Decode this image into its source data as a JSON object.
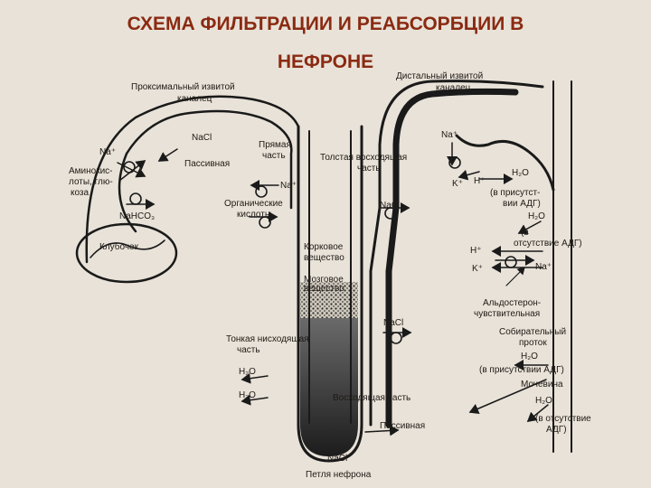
{
  "title": {
    "line1": "СХЕМА ФИЛЬТРАЦИИ И РЕАБСОРБЦИИ В",
    "line2": "НЕФРОНЕ"
  },
  "colors": {
    "title": "#8a2a12",
    "background": "#e8e2d8",
    "ink": "#1a1a1a"
  },
  "labels": {
    "proximal_1": "Проксимальный извитой",
    "proximal_2": "каналец",
    "distal_1": "Дистальный извитой",
    "distal_2": "каналец",
    "na_left": "Na⁺",
    "nacl_top": "NaCl",
    "passive_top": "Пассивная",
    "straight_1": "Прямая",
    "straight_2": "часть",
    "amino_1": "Аминокис-",
    "amino_2": "лоты, глю-",
    "amino_3": "коза",
    "na_straight": "Na⁺",
    "organic_1": "Органические",
    "organic_2": "кислоты",
    "nahco3": "NaHCO₃",
    "glomerulus": "Клубочек",
    "thick_asc_1": "Толстая восходящая",
    "thick_asc_2": "часть",
    "nacl_mid": "NaCl",
    "cortex_1": "Корковое",
    "cortex_2": "вещество",
    "medulla_1": "Мозговое",
    "medulla_2": "вещество",
    "thin_desc_1": "Тонкая нисходящая",
    "thin_desc_2": "часть",
    "nacl_low": "NaCl",
    "h2o_1": "H₂O",
    "h2o_2": "H₂O",
    "asc_part": "Восходящая часть",
    "passive_bottom": "Пассивная",
    "nacl_bottom": "NaCl",
    "loop": "Петля нефрона",
    "na_distal": "Na⁺",
    "k_1": "K⁺",
    "h_1": "H⁺",
    "h2o_distal": "H₂O",
    "adh_present_1a": "(в присутст-",
    "adh_present_1b": "вии АДГ)",
    "h2o_3": "H₂O",
    "adh_absent_1a": "(в",
    "adh_absent_1b": "отсутствие АДГ)",
    "h_2": "H⁺",
    "k_2": "K⁺",
    "na_2": "Na⁺",
    "aldo_1": "Альдостерон-",
    "aldo_2": "чувствительная",
    "collect_1": "Собирательный",
    "collect_2": "проток",
    "h2o_4": "H₂O",
    "adh_present_2": "(в присутствии АДГ)",
    "urea": "Мочевина",
    "h2o_5": "H₂O",
    "adh_absent_2a": "(в отсутствие",
    "adh_absent_2b": "АДГ)"
  }
}
